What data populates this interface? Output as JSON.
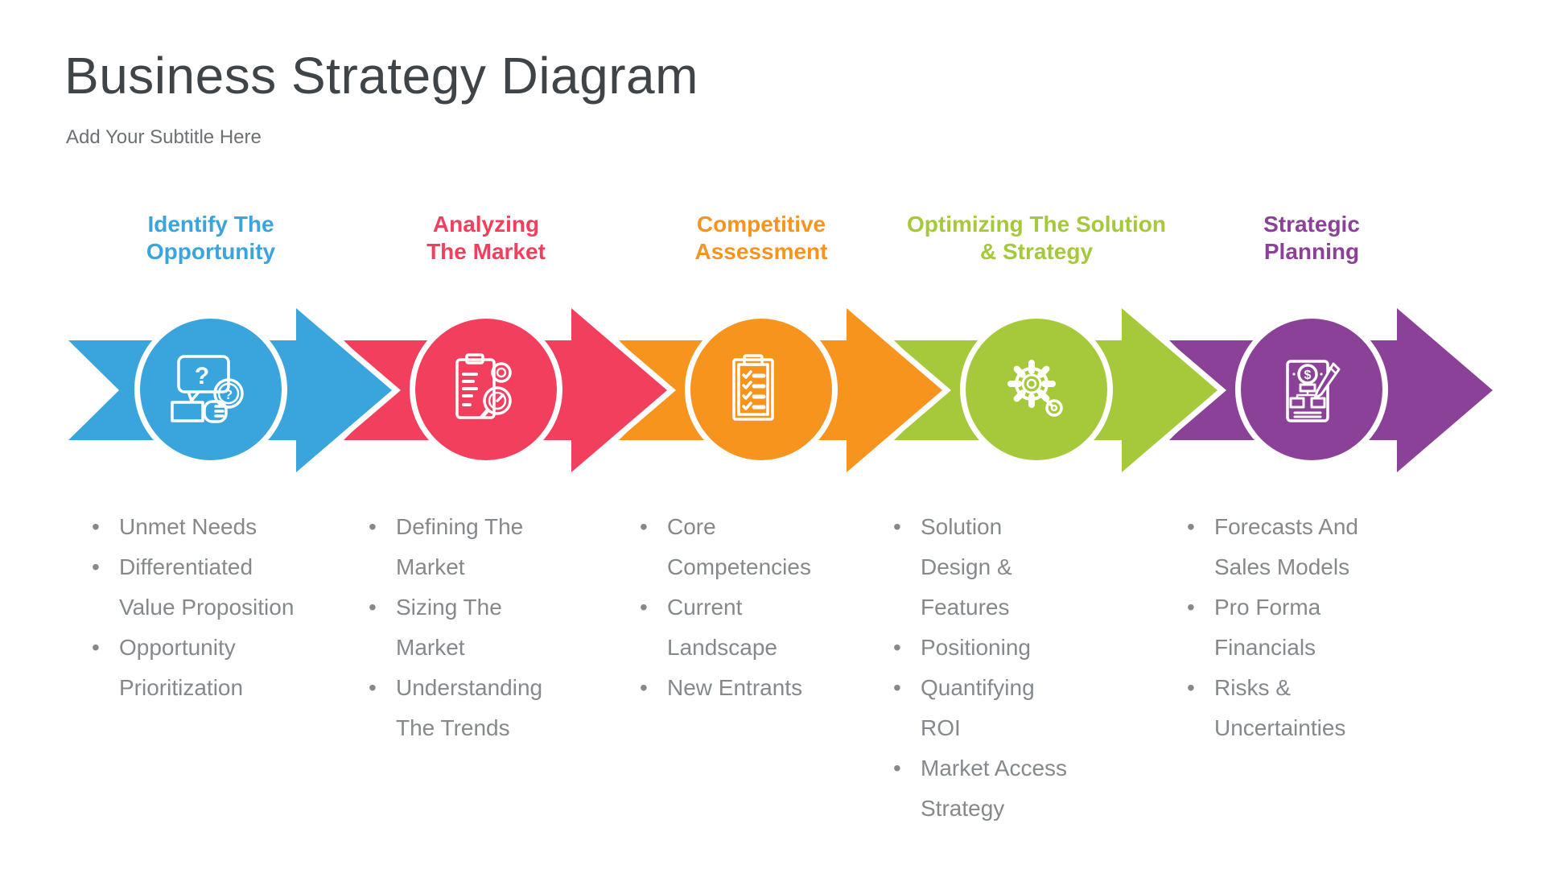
{
  "slide": {
    "title": "Business Strategy Diagram",
    "subtitle": "Add Your Subtitle Here"
  },
  "glyphs": {
    "question": "?",
    "dollar": "$"
  },
  "text_colors": {
    "title": "#3F4448",
    "subtitle": "#6C7174",
    "bullets": "#85898C"
  },
  "stages": [
    {
      "name": "identify-the-opportunity",
      "title_line1": "Identify The",
      "title_line2": "Opportunity",
      "color": "#3AA5DC",
      "icon": "question-search-icon",
      "bullets": [
        "Unmet Needs",
        "Differentiated Value Proposition",
        "Opportunity Prioritization"
      ]
    },
    {
      "name": "analyzing-the-market",
      "title_line1": "Analyzing",
      "title_line2": "The Market",
      "color": "#F23F5D",
      "icon": "market-analysis-icon",
      "bullets": [
        "Defining The Market",
        "Sizing The Market",
        "Understanding The Trends"
      ]
    },
    {
      "name": "competitive-assessment",
      "title_line1": "Competitive",
      "title_line2": "Assessment",
      "color": "#F7941E",
      "icon": "checklist-clipboard-icon",
      "bullets": [
        "Core Competencies",
        "Current Landscape",
        "New Entrants"
      ]
    },
    {
      "name": "optimizing-the-solution-and-strategy",
      "title_line1": "Optimizing The Solution",
      "title_line2": "& Strategy",
      "color": "#A6C93C",
      "icon": "gear-network-icon",
      "bullets": [
        "Solution Design & Features",
        "Positioning",
        "Quantifying ROI",
        "Market Access Strategy"
      ]
    },
    {
      "name": "strategic-planning",
      "title_line1": "Strategic",
      "title_line2": "Planning",
      "color": "#8C4199",
      "icon": "financial-plan-pencil-icon",
      "bullets": [
        "Forecasts And Sales Models",
        "Pro Forma Financials",
        "Risks & Uncertainties"
      ]
    }
  ]
}
